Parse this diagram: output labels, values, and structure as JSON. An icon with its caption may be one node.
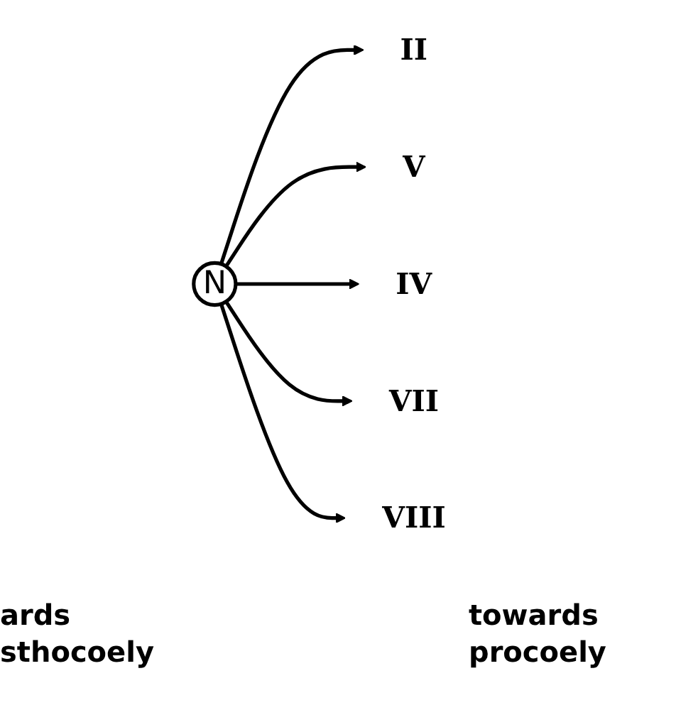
{
  "diagram": {
    "nodes": [
      {
        "text": [
          "II"
        ]
      },
      {
        "text": [
          "V"
        ]
      },
      {
        "text": [
          "N"
        ]
      },
      {
        "text": [
          "IV"
        ]
      },
      {
        "text": [
          "VII"
        ]
      },
      {
        "text": [
          "VIII"
        ]
      }
    ],
    "edges": [
      {
        "from": 2,
        "to": 0,
        "arrow": "to"
      },
      {
        "from": 2,
        "to": 1,
        "arrow": "to"
      },
      {
        "from": 2,
        "to": 3,
        "arrow": "to"
      },
      {
        "from": 2,
        "to": 4,
        "arrow": "to"
      },
      {
        "from": 2,
        "to": 5,
        "arrow": "to"
      }
    ],
    "labels": [
      "ards sthocoely",
      "towards procoely"
    ]
  }
}
